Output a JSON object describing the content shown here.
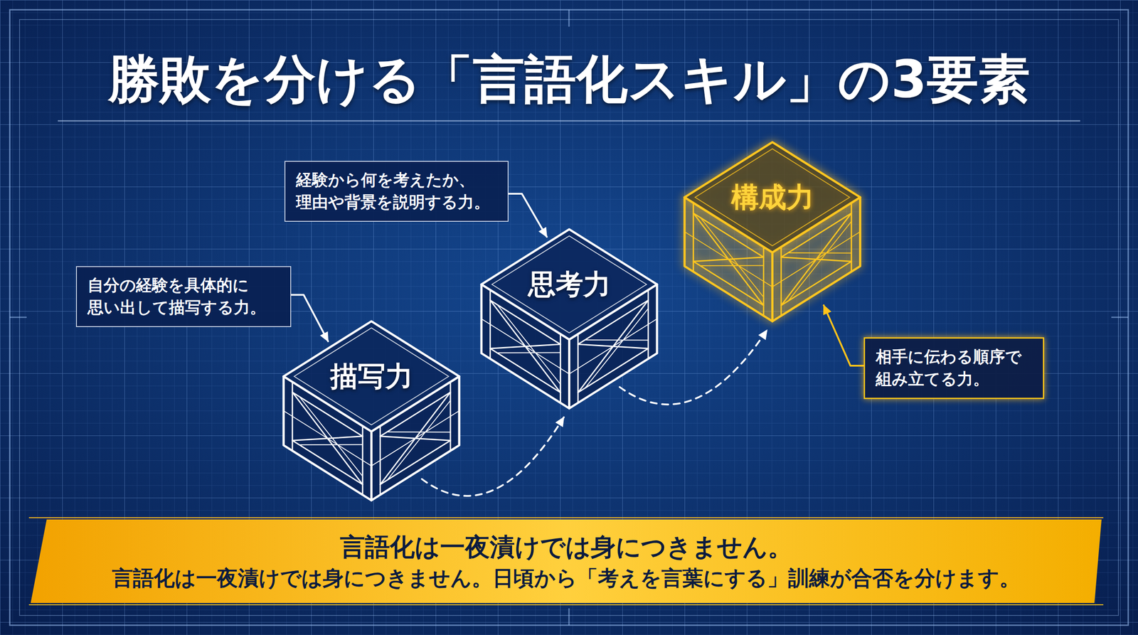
{
  "diagram": {
    "title": "勝敗を分ける「言語化スキル」の3要素",
    "nodes": [
      {
        "text": [
          "自分の経験を具体的に 思い出して描写する力。"
        ]
      },
      {
        "text": [
          "描写力"
        ]
      },
      {
        "text": [
          "経験から何を考えたか、 理由や背景を説明する力。"
        ]
      },
      {
        "text": [
          "思考力"
        ]
      },
      {
        "text": [
          "構成力"
        ]
      },
      {
        "text": [
          "相手に伝わる順序で 組み立てる力。"
        ]
      },
      {
        "text": [
          "言語化は一夜漬けでは身につきません。",
          "言語化は一夜漬けでは身につきません。日頃から「考えを言葉にする」訓練が合否を分けます。"
        ]
      }
    ],
    "edges": [
      {
        "from": 0,
        "to": 1,
        "arrow": "to"
      },
      {
        "from": 2,
        "to": 3,
        "arrow": "to"
      },
      {
        "from": 5,
        "to": 4,
        "arrow": "to"
      },
      {
        "from": 1,
        "to": 3,
        "arrow": "to"
      },
      {
        "from": 3,
        "to": 4,
        "arrow": "to"
      }
    ]
  }
}
